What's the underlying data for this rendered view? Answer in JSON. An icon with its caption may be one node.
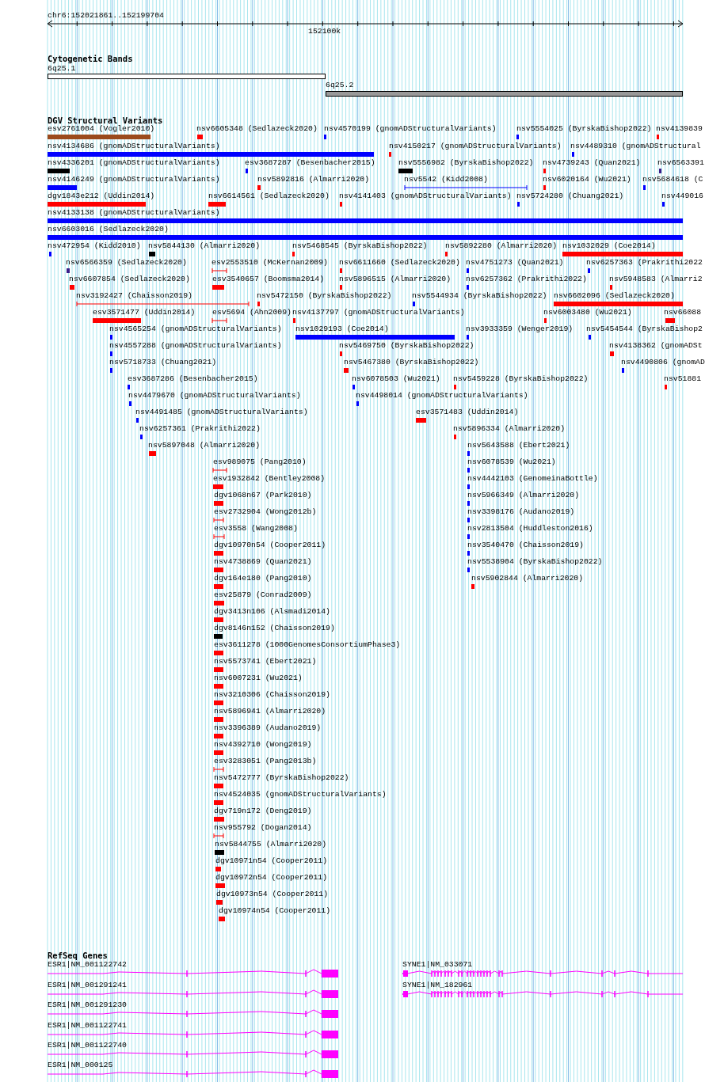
{
  "diagram": {
    "labels": [
      "chr6:152021861..152199704",
      "152100k",
      "Cytogenetic Bands",
      "6q25.1",
      "6q25.2",
      "DGV Structural Variants",
      "esv2761004 (Vogler2010)",
      "nsv6605348 (Sedlazeck2020)",
      "nsv4570199 (gnomADStructuralVariants)",
      "nsv5554025 (ByrskaBishop2022)",
      "nsv4139839",
      "nsv4134686 (gnomADStructuralVariants)",
      "nsv4150217 (gnomADStructuralVariants)",
      "nsv4489310 (gnomADStructural",
      "nsv4336201 (gnomADStructuralVariants)",
      "esv3687287 (Besenbacher2015)",
      "nsv5556982 (ByrskaBishop2022)",
      "nsv4739243 (Quan2021)",
      "nsv6563391",
      "nsv4146249 (gnomADStructuralVariants)",
      "nsv5892816 (Almarri2020)",
      "nsv5542 (Kidd2008)",
      "nsv6020164 (Wu2021)",
      "nsv5684618 (C",
      "dgv1843e212 (Uddin2014)",
      "nsv6614561 (Sedlazeck2020)",
      "nsv4141403 (gnomADStructuralVariants)",
      "nsv5724280 (Chuang2021)",
      "nsv449016",
      "nsv4133138 (gnomADStructuralVariants)",
      "nsv6603016 (Sedlazeck2020)",
      "nsv472954 (Kidd2010)",
      "nsv5844130 (Almarri2020)",
      "nsv5468545 (ByrskaBishop2022)",
      "nsv5892280 (Almarri2020)",
      "nsv1032029 (Coe2014)",
      "nsv6566359 (Sedlazeck2020)",
      "esv2553510 (McKernan2009)",
      "nsv6611660 (Sedlazeck2020)",
      "nsv4751273 (Quan2021)",
      "nsv6257363 (Prakrithi2022",
      "nsv6607854 (Sedlazeck2020)",
      "esv3540657 (Boomsma2014)",
      "nsv5896515 (Almarri2020)",
      "nsv6257362 (Prakrithi2022)",
      "nsv5948583 (Almarri2",
      "nsv3192427 (Chaisson2019)",
      "nsv5472150 (ByrskaBishop2022)",
      "nsv5544934 (ByrskaBishop2022)",
      "nsv6602096 (Sedlazeck2020)",
      "esv3571477 (Uddin2014)",
      "esv5694 (Ahn2009)",
      "nsv4137797 (gnomADStructuralVariants)",
      "nsv6003480 (Wu2021)",
      "nsv66088",
      "nsv4565254 (gnomADStructuralVariants)",
      "nsv1029193 (Coe2014)",
      "nsv3933359 (Wenger2019)",
      "nsv5454544 (ByrskaBishop2",
      "nsv4557288 (gnomADStructuralVariants)",
      "nsv5469750 (ByrskaBishop2022)",
      "nsv4138362 (gnomADSt",
      "nsv5718733 (Chuang2021)",
      "nsv5467380 (ByrskaBishop2022)",
      "nsv4490806 (gnomAD",
      "esv3687286 (Besenbacher2015)",
      "nsv6078503 (Wu2021)",
      "nsv5459228 (ByrskaBishop2022)",
      "nsv51881",
      "nsv4479670 (gnomADStructuralVariants)",
      "nsv4498014 (gnomADStructuralVariants)",
      "nsv4491485 (gnomADStructuralVariants)",
      "esv3571483 (Uddin2014)",
      "nsv6257361 (Prakrithi2022)",
      "nsv5896334 (Almarri2020)",
      "nsv5897048 (Almarri2020)",
      "nsv5643588 (Ebert2021)",
      "esv989075 (Pang2010)",
      "nsv6078539 (Wu2021)",
      "esv1932842 (Bentley2008)",
      "nsv4442103 (GenomeinaBottle)",
      "dgv1068n67 (Park2010)",
      "nsv5966349 (Almarri2020)",
      "esv2732904 (Wong2012b)",
      "nsv3398176 (Audano2019)",
      "esv3558 (Wang2008)",
      "nsv2813504 (Huddleston2016)",
      "dgv10970n54 (Cooper2011)",
      "nsv3540470 (Chaisson2019)",
      "nsv4738869 (Quan2021)",
      "nsv5538904 (ByrskaBishop2022)",
      "dgv164e180 (Pang2010)",
      "nsv5902844 (Almarri2020)",
      "esv25879 (Conrad2009)",
      "dgv3413n106 (Alsmadi2014)",
      "dgv8146n152 (Chaisson2019)",
      "esv3611278 (1000GenomesConsortiumPhase3)",
      "nsv5573741 (Ebert2021)",
      "nsv6007231 (Wu2021)",
      "nsv3210306 (Chaisson2019)",
      "nsv5896941 (Almarri2020)",
      "nsv3396389 (Audano2019)",
      "nsv4392710 (Wong2019)",
      "esv3283051 (Pang2013b)",
      "nsv5472777 (ByrskaBishop2022)",
      "nsv4524035 (gnomADStructuralVariants)",
      "dgv719n172 (Deng2019)",
      "nsv955792 (Dogan2014)",
      "nsv5844755 (Almarri2020)",
      "dgv10971n54 (Cooper2011)",
      "dgv10972n54 (Cooper2011)",
      "dgv10973n54 (Cooper2011)",
      "dgv10974n54 (Cooper2011)",
      "RefSeq Genes",
      "ESR1|NM_001122742",
      "SYNE1|NM_033071",
      "ESR1|NM_001291241",
      "SYNE1|NM_182961",
      "ESR1|NM_001291230",
      "ESR1|NM_001122741",
      "ESR1|NM_001122740",
      "ESR1|NM_000125"
    ]
  }
}
